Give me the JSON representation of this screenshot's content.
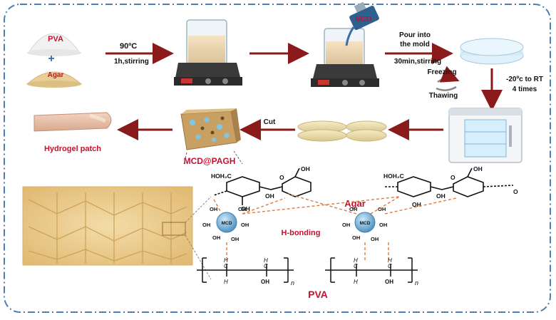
{
  "colors": {
    "border": "#4a7fb5",
    "arrow": "#8b1a1a",
    "title_red": "#c8102e",
    "dashed_link": "#e07b39",
    "mcd_ball": "#5fa8d3",
    "hotplate": "#3a3a3a",
    "mesh_bg": "#e9c98a"
  },
  "labels": {
    "pva_top": "PVA",
    "plus": "+",
    "agar_top": "Agar",
    "step1_temp": "90ºC",
    "step1_cond": "1h,stirring",
    "mcd_bottle": "MCD",
    "pour_line1": "Pour into",
    "pour_line2": "the mold",
    "stir2": "30min,stirring",
    "freezing": "Freezing",
    "thawing": "Thawing",
    "temp_range": "-20ºc to RT",
    "times": "4 times",
    "cut": "Cut",
    "product": "MCD@PAGH",
    "hydrogel_patch": "Hydrogel patch",
    "agar_chem": "Agar",
    "h_bonding": "H-bonding",
    "pva_chem": "PVA",
    "mcd_ball": "MCD",
    "hoh2c": "HOH₂C",
    "oh": "OH",
    "o": "O",
    "h": "H",
    "c": "C",
    "n": "n"
  },
  "icons": [
    "powder-pile-icon",
    "beaker-on-hotplate-icon",
    "reagent-bottle-icon",
    "petri-dish-icon",
    "freeze-thaw-cycle-icon",
    "freezer-icon",
    "hydrogel-disc-icon",
    "sponge-block-icon",
    "finger-icon",
    "mesh-micrograph-icon"
  ]
}
